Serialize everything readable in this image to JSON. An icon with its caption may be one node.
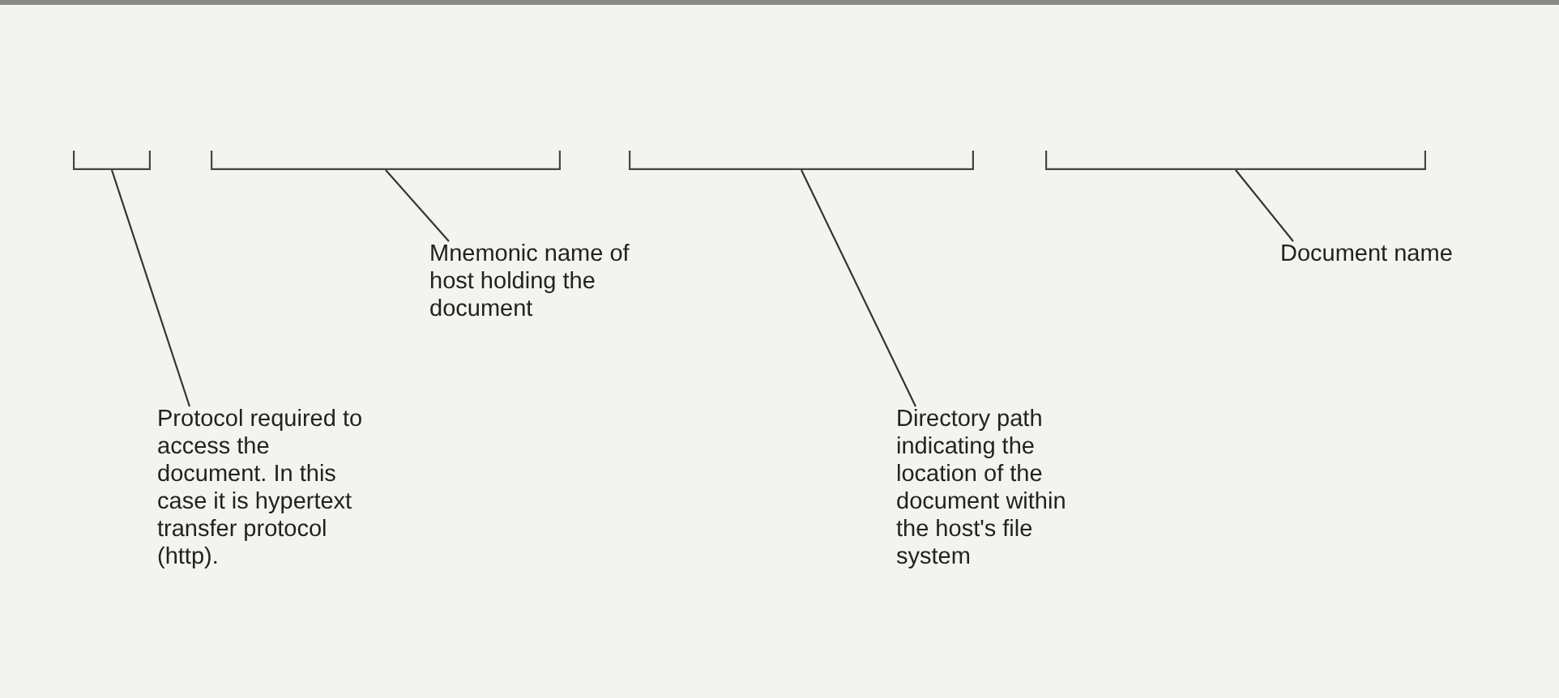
{
  "diagram": {
    "nodes": [
      {
        "text": [],
        "shape": "bracket"
      },
      {
        "text": [],
        "shape": "bracket"
      },
      {
        "text": [],
        "shape": "bracket"
      },
      {
        "text": [],
        "shape": "bracket"
      },
      {
        "text": [
          "Mnemonic name of host holding the document"
        ]
      },
      {
        "text": [
          "Document name"
        ]
      },
      {
        "text": [
          "Protocol required to access the document. In this case it is hypertext transfer protocol (http)."
        ]
      },
      {
        "text": [
          "Directory path indicating the location of the document within the host's file system"
        ]
      }
    ],
    "edges": [
      {
        "from": 6,
        "to": 0,
        "arrow": "none"
      },
      {
        "from": 4,
        "to": 1,
        "arrow": "none"
      },
      {
        "from": 7,
        "to": 2,
        "arrow": "none"
      },
      {
        "from": 5,
        "to": 3,
        "arrow": "none"
      }
    ]
  }
}
